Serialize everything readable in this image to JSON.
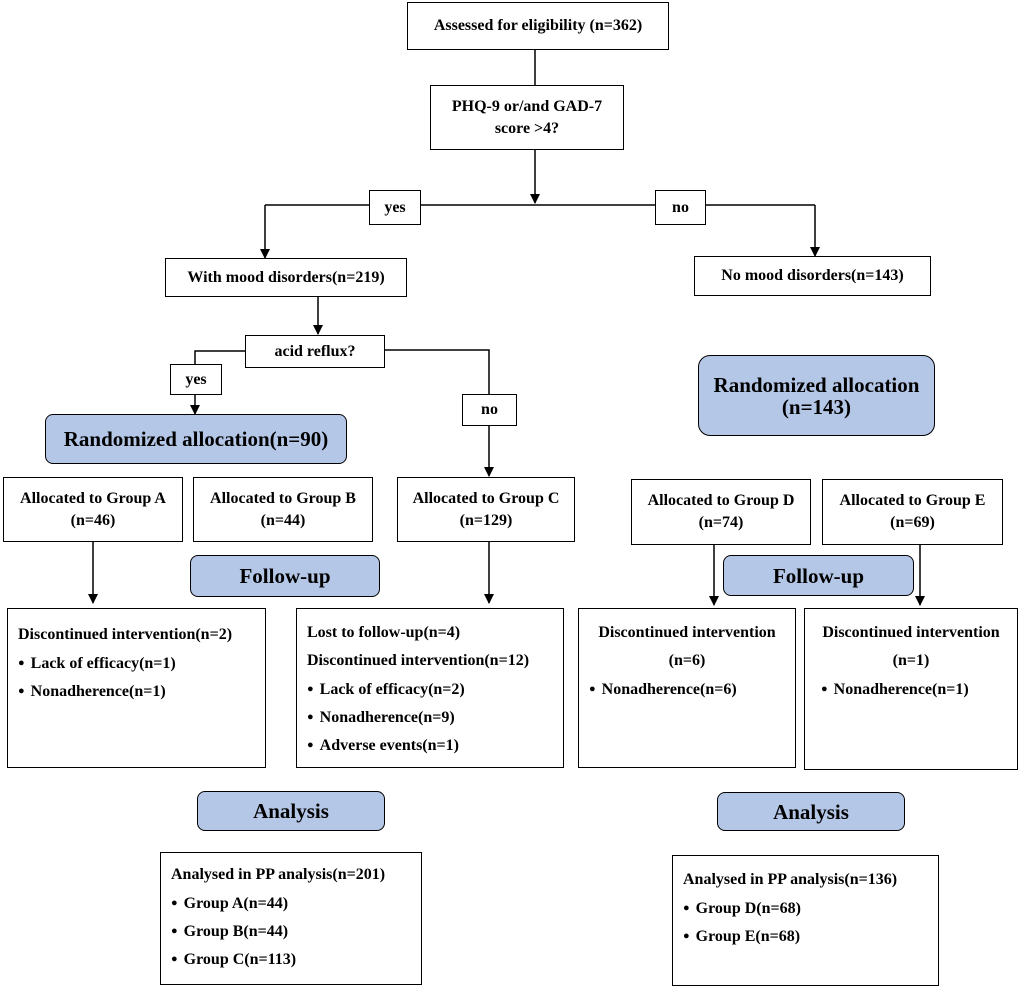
{
  "eligibility": "Assessed for eligibility (n=362)",
  "screen_question": [
    "PHQ-9 or/and GAD-7",
    "score >4?"
  ],
  "yes_label": "yes",
  "no_label": "no",
  "mood": "With mood disorders(n=219)",
  "no_mood": "No mood disorders(n=143)",
  "reflux_question": "acid reflux?",
  "rand_left": "Randomized allocation(n=90)",
  "rand_right": [
    "Randomized allocation",
    "(n=143)"
  ],
  "groups": {
    "a": [
      "Allocated to Group A",
      "(n=46)"
    ],
    "b": [
      "Allocated to Group B",
      "(n=44)"
    ],
    "c": [
      "Allocated to Group C",
      "(n=129)"
    ],
    "d": [
      "Allocated to Group D",
      "(n=74)"
    ],
    "e": [
      "Allocated to Group E",
      "(n=69)"
    ]
  },
  "followup": "Follow-up",
  "analysis": "Analysis",
  "fu_a": {
    "title": "Discontinued intervention(n=2)",
    "items": [
      "Lack of efficacy(n=1)",
      "Nonadherence(n=1)"
    ]
  },
  "fu_c": {
    "title1": "Lost to follow-up(n=4)",
    "title2": "Discontinued intervention(n=12)",
    "items": [
      "Lack of efficacy(n=2)",
      "Nonadherence(n=9)",
      "Adverse events(n=1)"
    ]
  },
  "fu_d": {
    "title": [
      "Discontinued intervention",
      "(n=6)"
    ],
    "items": [
      "Nonadherence(n=6)"
    ]
  },
  "fu_e": {
    "title": [
      "Discontinued intervention",
      "(n=1)"
    ],
    "items": [
      "Nonadherence(n=1)"
    ]
  },
  "analysis_left": {
    "title": "Analysed in PP analysis(n=201)",
    "items": [
      "Group A(n=44)",
      "Group B(n=44)",
      "Group C(n=113)"
    ]
  },
  "analysis_right": {
    "title": "Analysed in PP analysis(n=136)",
    "items": [
      "Group D(n=68)",
      "Group E(n=68)"
    ]
  }
}
